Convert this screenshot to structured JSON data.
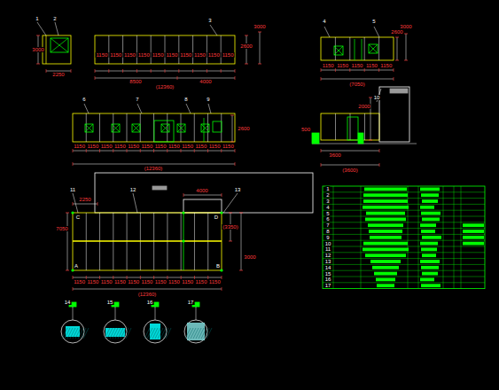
{
  "diagram": {
    "labels": [
      "1",
      "2",
      "2250",
      "3000",
      "1150",
      "1150",
      "1150",
      "1150",
      "1150",
      "1150",
      "1150",
      "1150",
      "1150",
      "1150",
      "8500",
      "4000",
      "(12360)",
      "2600",
      "3000",
      "3",
      "4",
      "5",
      "1150",
      "1150",
      "1150",
      "1150",
      "1150",
      "(7050)",
      "2600",
      "3000",
      "6",
      "7",
      "8",
      "9",
      "1150",
      "1150",
      "1150",
      "1150",
      "1150",
      "1150",
      "1150",
      "1150",
      "1150",
      "1150",
      "1150",
      "1150",
      "(12360)",
      "2600",
      "10",
      "2000",
      "3600",
      "(3600)",
      "500",
      "11",
      "12",
      "13",
      "2250",
      "4000",
      "7050",
      "(3350)",
      "3000",
      "1150",
      "1150",
      "1150",
      "1150",
      "1150",
      "1150",
      "1150",
      "1150",
      "1150",
      "1150",
      "1150",
      "(12360)",
      "A",
      "B",
      "C",
      "D",
      "14",
      "15",
      "16",
      "17",
      "1",
      "2",
      "3",
      "4",
      "5",
      "6",
      "7",
      "8",
      "9",
      "10",
      "11",
      "12",
      "13",
      "14",
      "15",
      "16",
      "17"
    ]
  }
}
